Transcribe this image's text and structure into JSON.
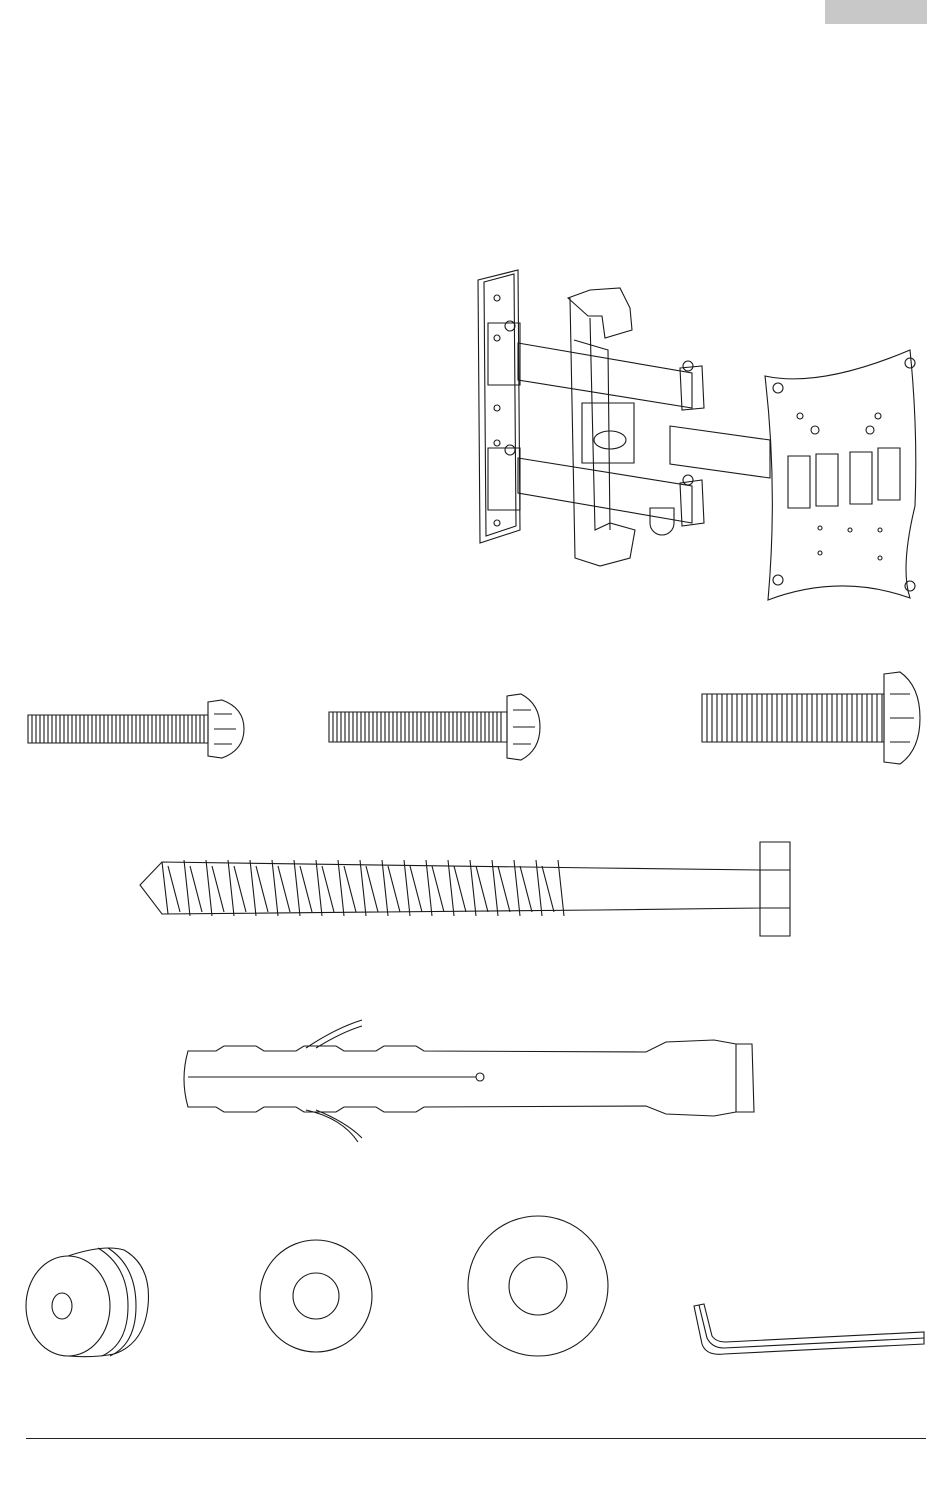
{
  "page": {
    "header_tab_color": "#c8c8c8",
    "line_color": "#1a1a1a"
  },
  "parts": [
    {
      "name": "wall-mount-bracket-illustration"
    },
    {
      "name": "machine-screw-long"
    },
    {
      "name": "machine-screw-medium"
    },
    {
      "name": "machine-screw-short"
    },
    {
      "name": "lag-bolt"
    },
    {
      "name": "wall-anchor"
    },
    {
      "name": "spacer"
    },
    {
      "name": "small-washer"
    },
    {
      "name": "large-washer"
    },
    {
      "name": "allen-key"
    }
  ]
}
